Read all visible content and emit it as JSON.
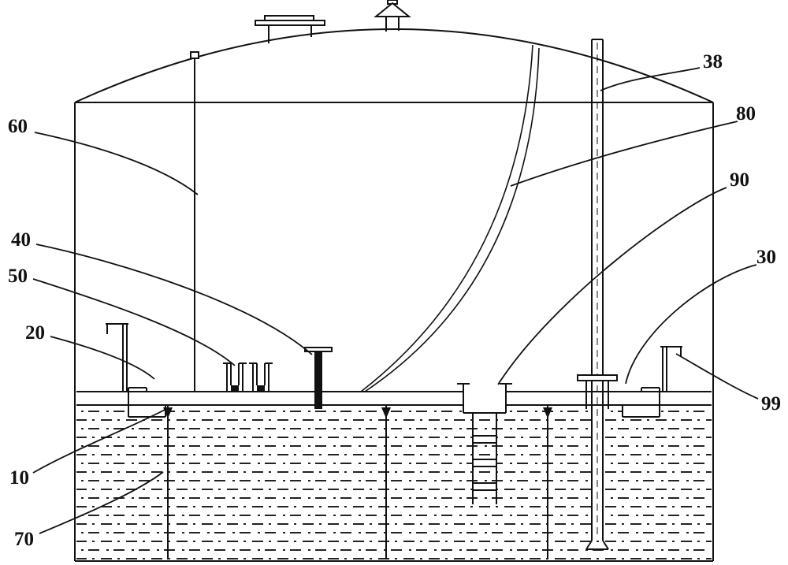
{
  "figure": {
    "background": "#ffffff",
    "line_color": "#111111",
    "labels": [
      {
        "id": "60",
        "text": "60"
      },
      {
        "id": "40",
        "text": "40"
      },
      {
        "id": "50",
        "text": "50"
      },
      {
        "id": "20",
        "text": "20"
      },
      {
        "id": "10",
        "text": "10"
      },
      {
        "id": "70",
        "text": "70"
      },
      {
        "id": "38",
        "text": "38"
      },
      {
        "id": "80",
        "text": "80"
      },
      {
        "id": "90",
        "text": "90"
      },
      {
        "id": "30",
        "text": "30"
      },
      {
        "id": "99",
        "text": "99"
      }
    ]
  }
}
